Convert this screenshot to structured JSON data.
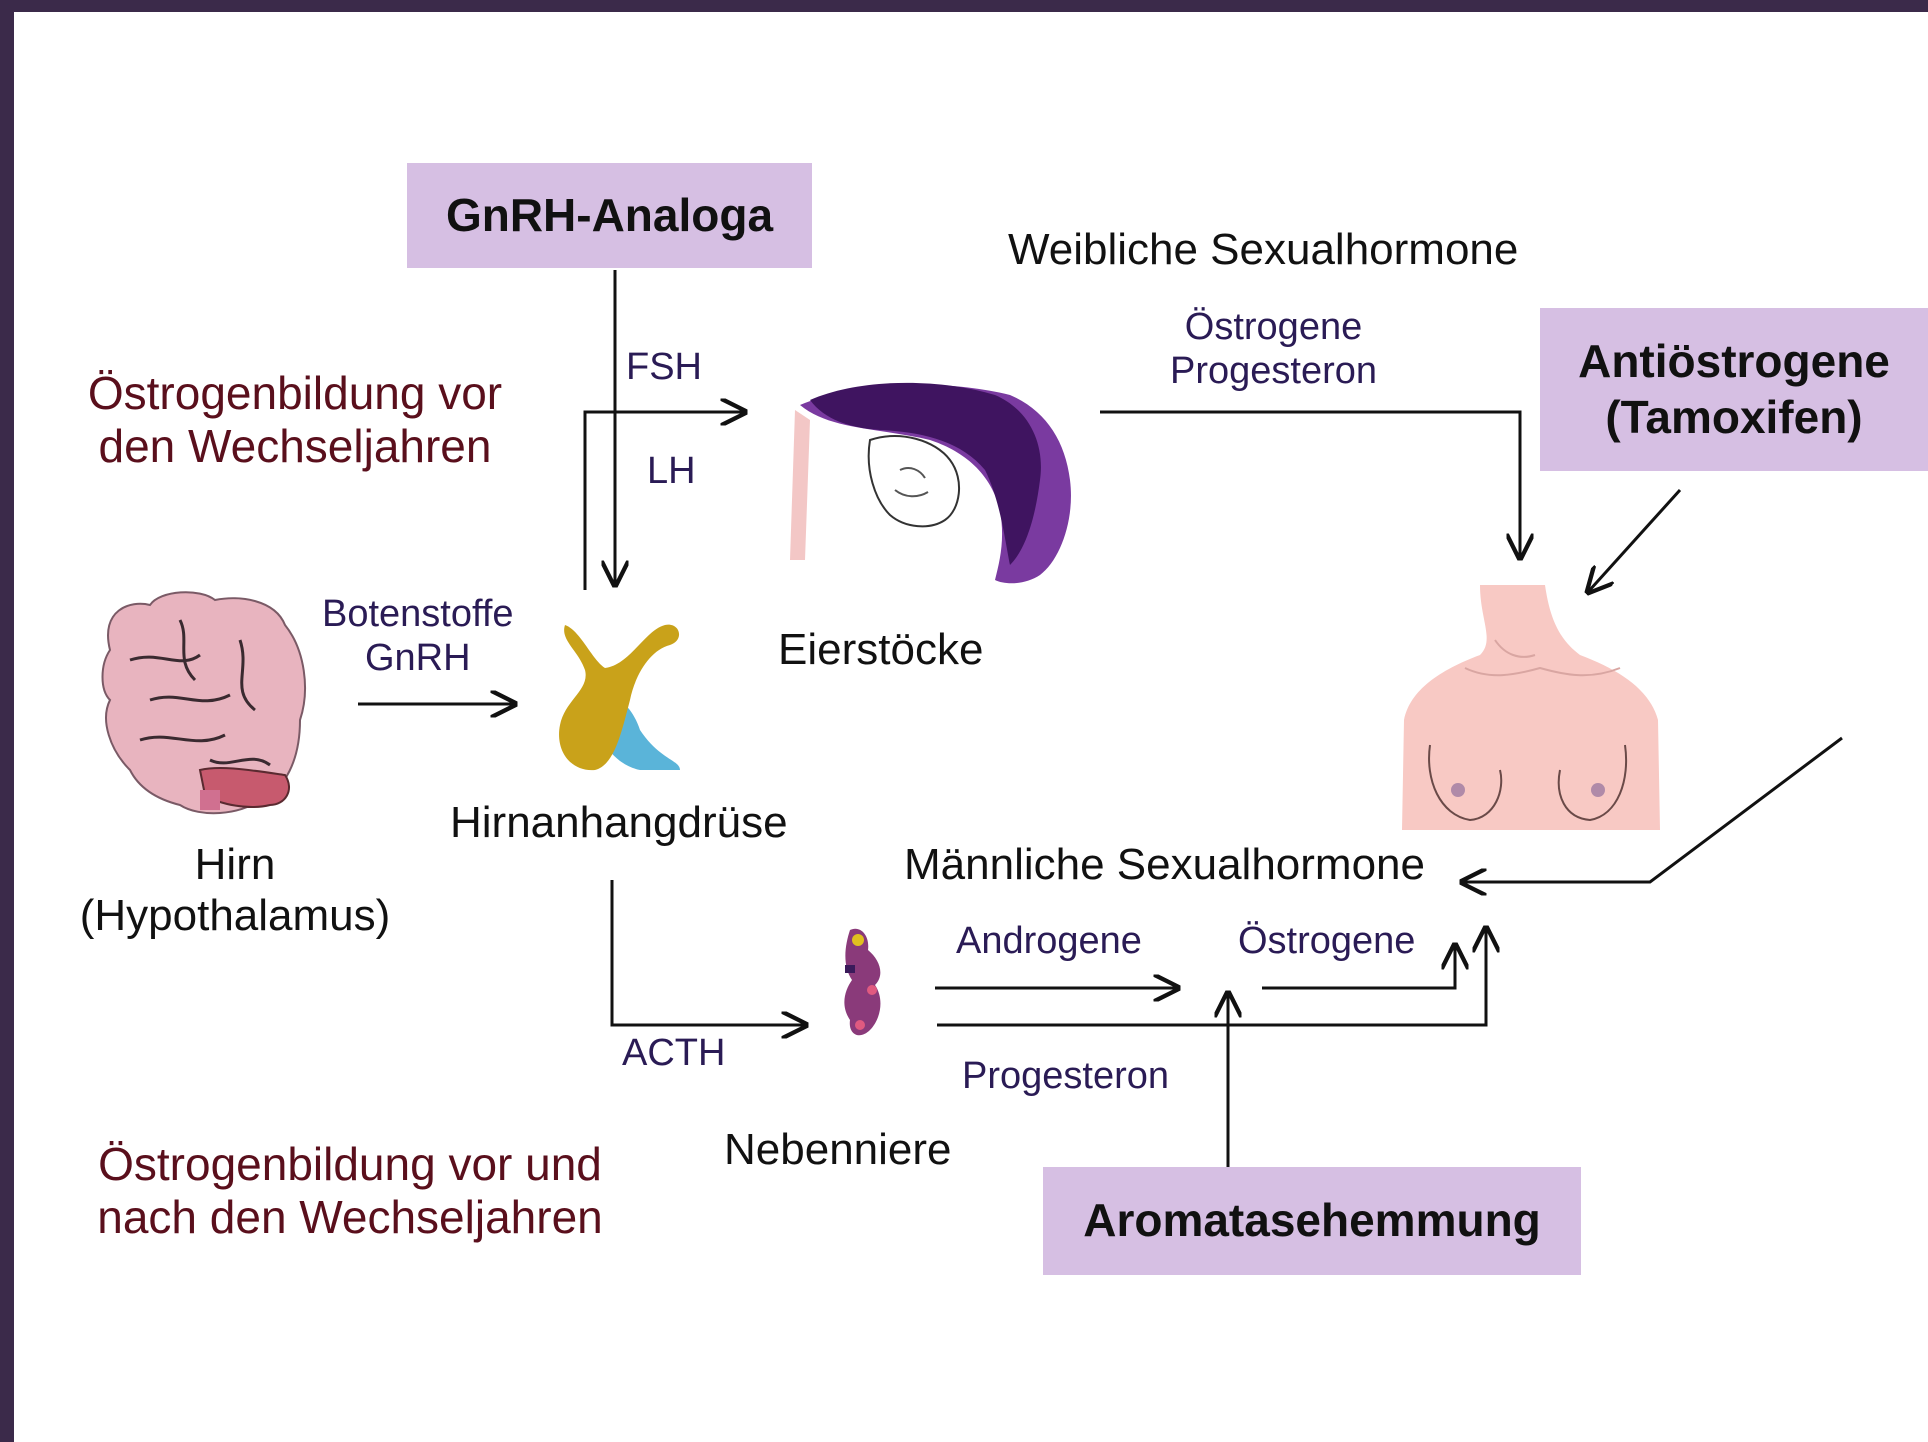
{
  "boxes": {
    "gnrh_analoga": "GnRH-Analoga",
    "antioestrogene_line1": "Antiöstrogene",
    "antioestrogene_line2": "(Tamoxifen)",
    "aromatasehemmung": "Aromatasehemmung"
  },
  "notes": {
    "pre_menopause_line1": "Östrogenbildung vor",
    "pre_menopause_line2": "den Wechseljahren",
    "pre_post_menopause_line1": "Östrogenbildung vor und",
    "pre_post_menopause_line2": "nach den Wechseljahren"
  },
  "organs": {
    "brain_line1": "Hirn",
    "brain_line2": "(Hypothalamus)",
    "pituitary": "Hirnanhangdrüse",
    "ovaries": "Eierstöcke",
    "adrenal": "Nebenniere"
  },
  "hormones": {
    "female_title": "Weibliche Sexualhormone",
    "male_title": "Männliche Sexualhormone",
    "ovary_output_line1": "Östrogene",
    "ovary_output_line2": "Progesteron",
    "fsh": "FSH",
    "lh": "LH",
    "botenstoffe": "Botenstoffe",
    "gnrh": "GnRH",
    "acth": "ACTH",
    "androgene": "Androgene",
    "oestrogene": "Östrogene",
    "progesteron": "Progesteron"
  },
  "colors": {
    "box_fill": "#d6bfe3",
    "note_text": "#5a0f1c",
    "hormone_text": "#2a1b55",
    "frame": "#3b2a4a",
    "pituitary_gold": "#c9a21a",
    "pituitary_blue": "#5ab4d9",
    "ovary_purple": "#4a1a6e",
    "skin": "#f8c9c4",
    "brain_pink": "#e8b4bf"
  }
}
